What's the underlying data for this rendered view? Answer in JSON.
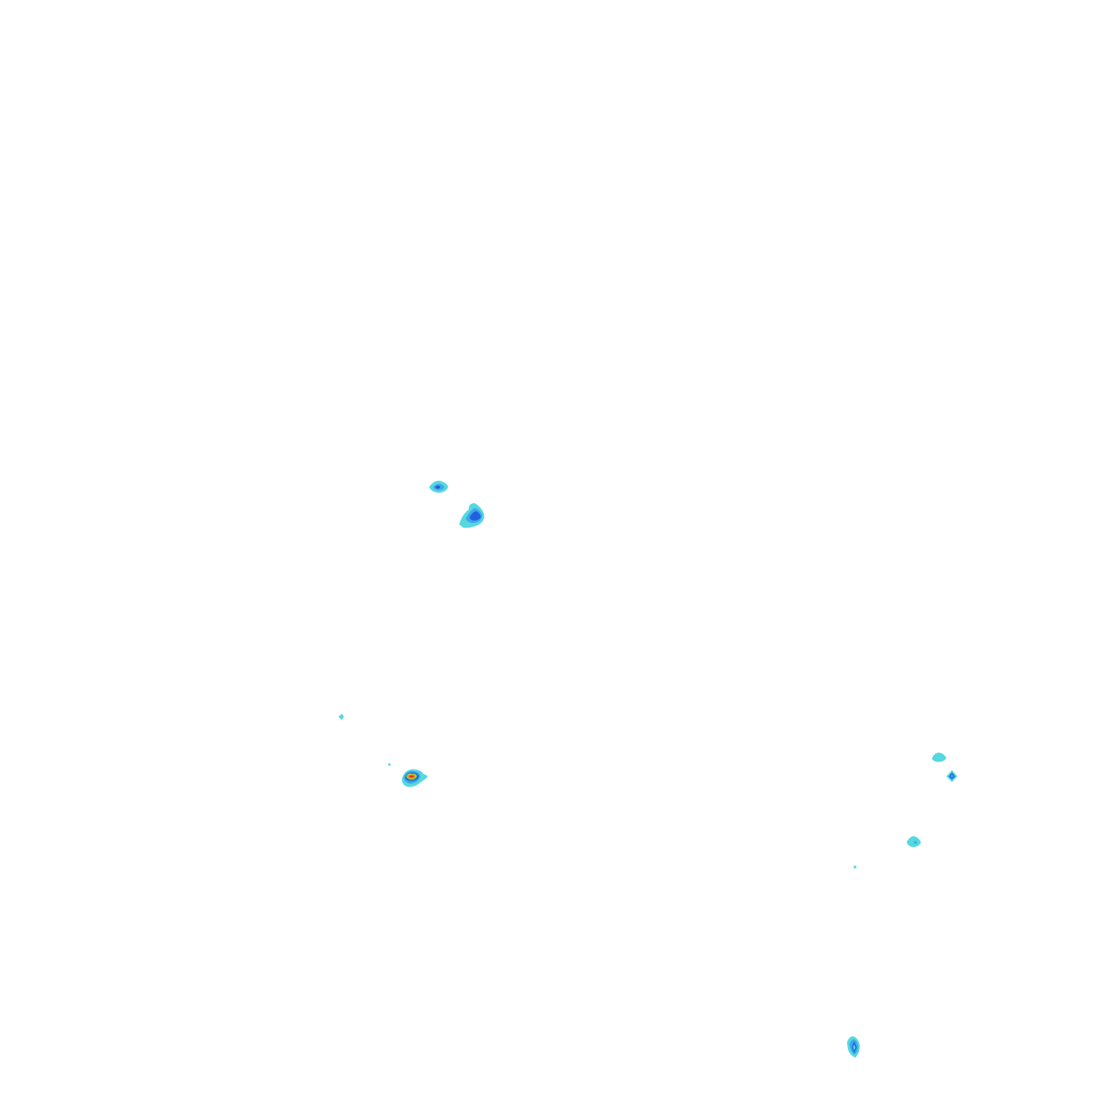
{
  "map": {
    "background": "#ffffff",
    "palette": {
      "cyan": "#55d8df",
      "light_blue": "#3fa7ea",
      "blue": "#1f5fe0",
      "green": "#3cc25a",
      "yellow": "#f2d23a",
      "orange": "#f08a24",
      "red": "#d83a22"
    },
    "features": [
      {
        "id": "blob-a",
        "peak": "light_blue"
      },
      {
        "id": "blob-b",
        "peak": "blue"
      },
      {
        "id": "dot-c",
        "peak": "cyan"
      },
      {
        "id": "dot-d",
        "peak": "cyan"
      },
      {
        "id": "blob-e",
        "peak": "red"
      },
      {
        "id": "blob-f",
        "peak": "cyan"
      },
      {
        "id": "blob-g",
        "peak": "blue"
      },
      {
        "id": "blob-h",
        "peak": "light_blue"
      },
      {
        "id": "dot-i",
        "peak": "cyan"
      },
      {
        "id": "blob-j",
        "peak": "blue"
      }
    ]
  }
}
